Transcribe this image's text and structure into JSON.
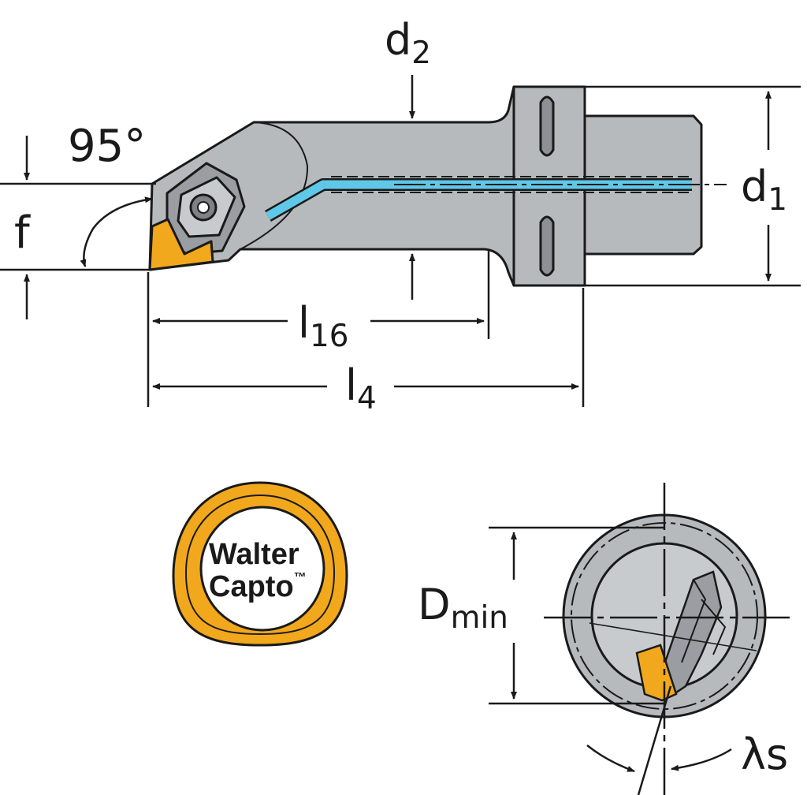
{
  "drawing": {
    "angle_label": "95°",
    "f_label": "f",
    "d2": {
      "main": "d",
      "sub": "2"
    },
    "d1": {
      "main": "d",
      "sub": "1"
    },
    "l16": {
      "main": "l",
      "sub": "16"
    },
    "l4": {
      "main": "l",
      "sub": "4"
    },
    "dmin": {
      "main": "D",
      "sub": "min"
    },
    "lambda_s": "λs"
  },
  "logo": {
    "line1": "Walter",
    "line2": "Capto",
    "tm": "™"
  },
  "colors": {
    "body_gray": "#b7babd",
    "dark_gray": "#7e8185",
    "coolant_blue": "#5fc8e8",
    "insert_orange": "#f2a81c",
    "logo_orange": "#f2a81c",
    "outline": "#1a1a1a"
  }
}
